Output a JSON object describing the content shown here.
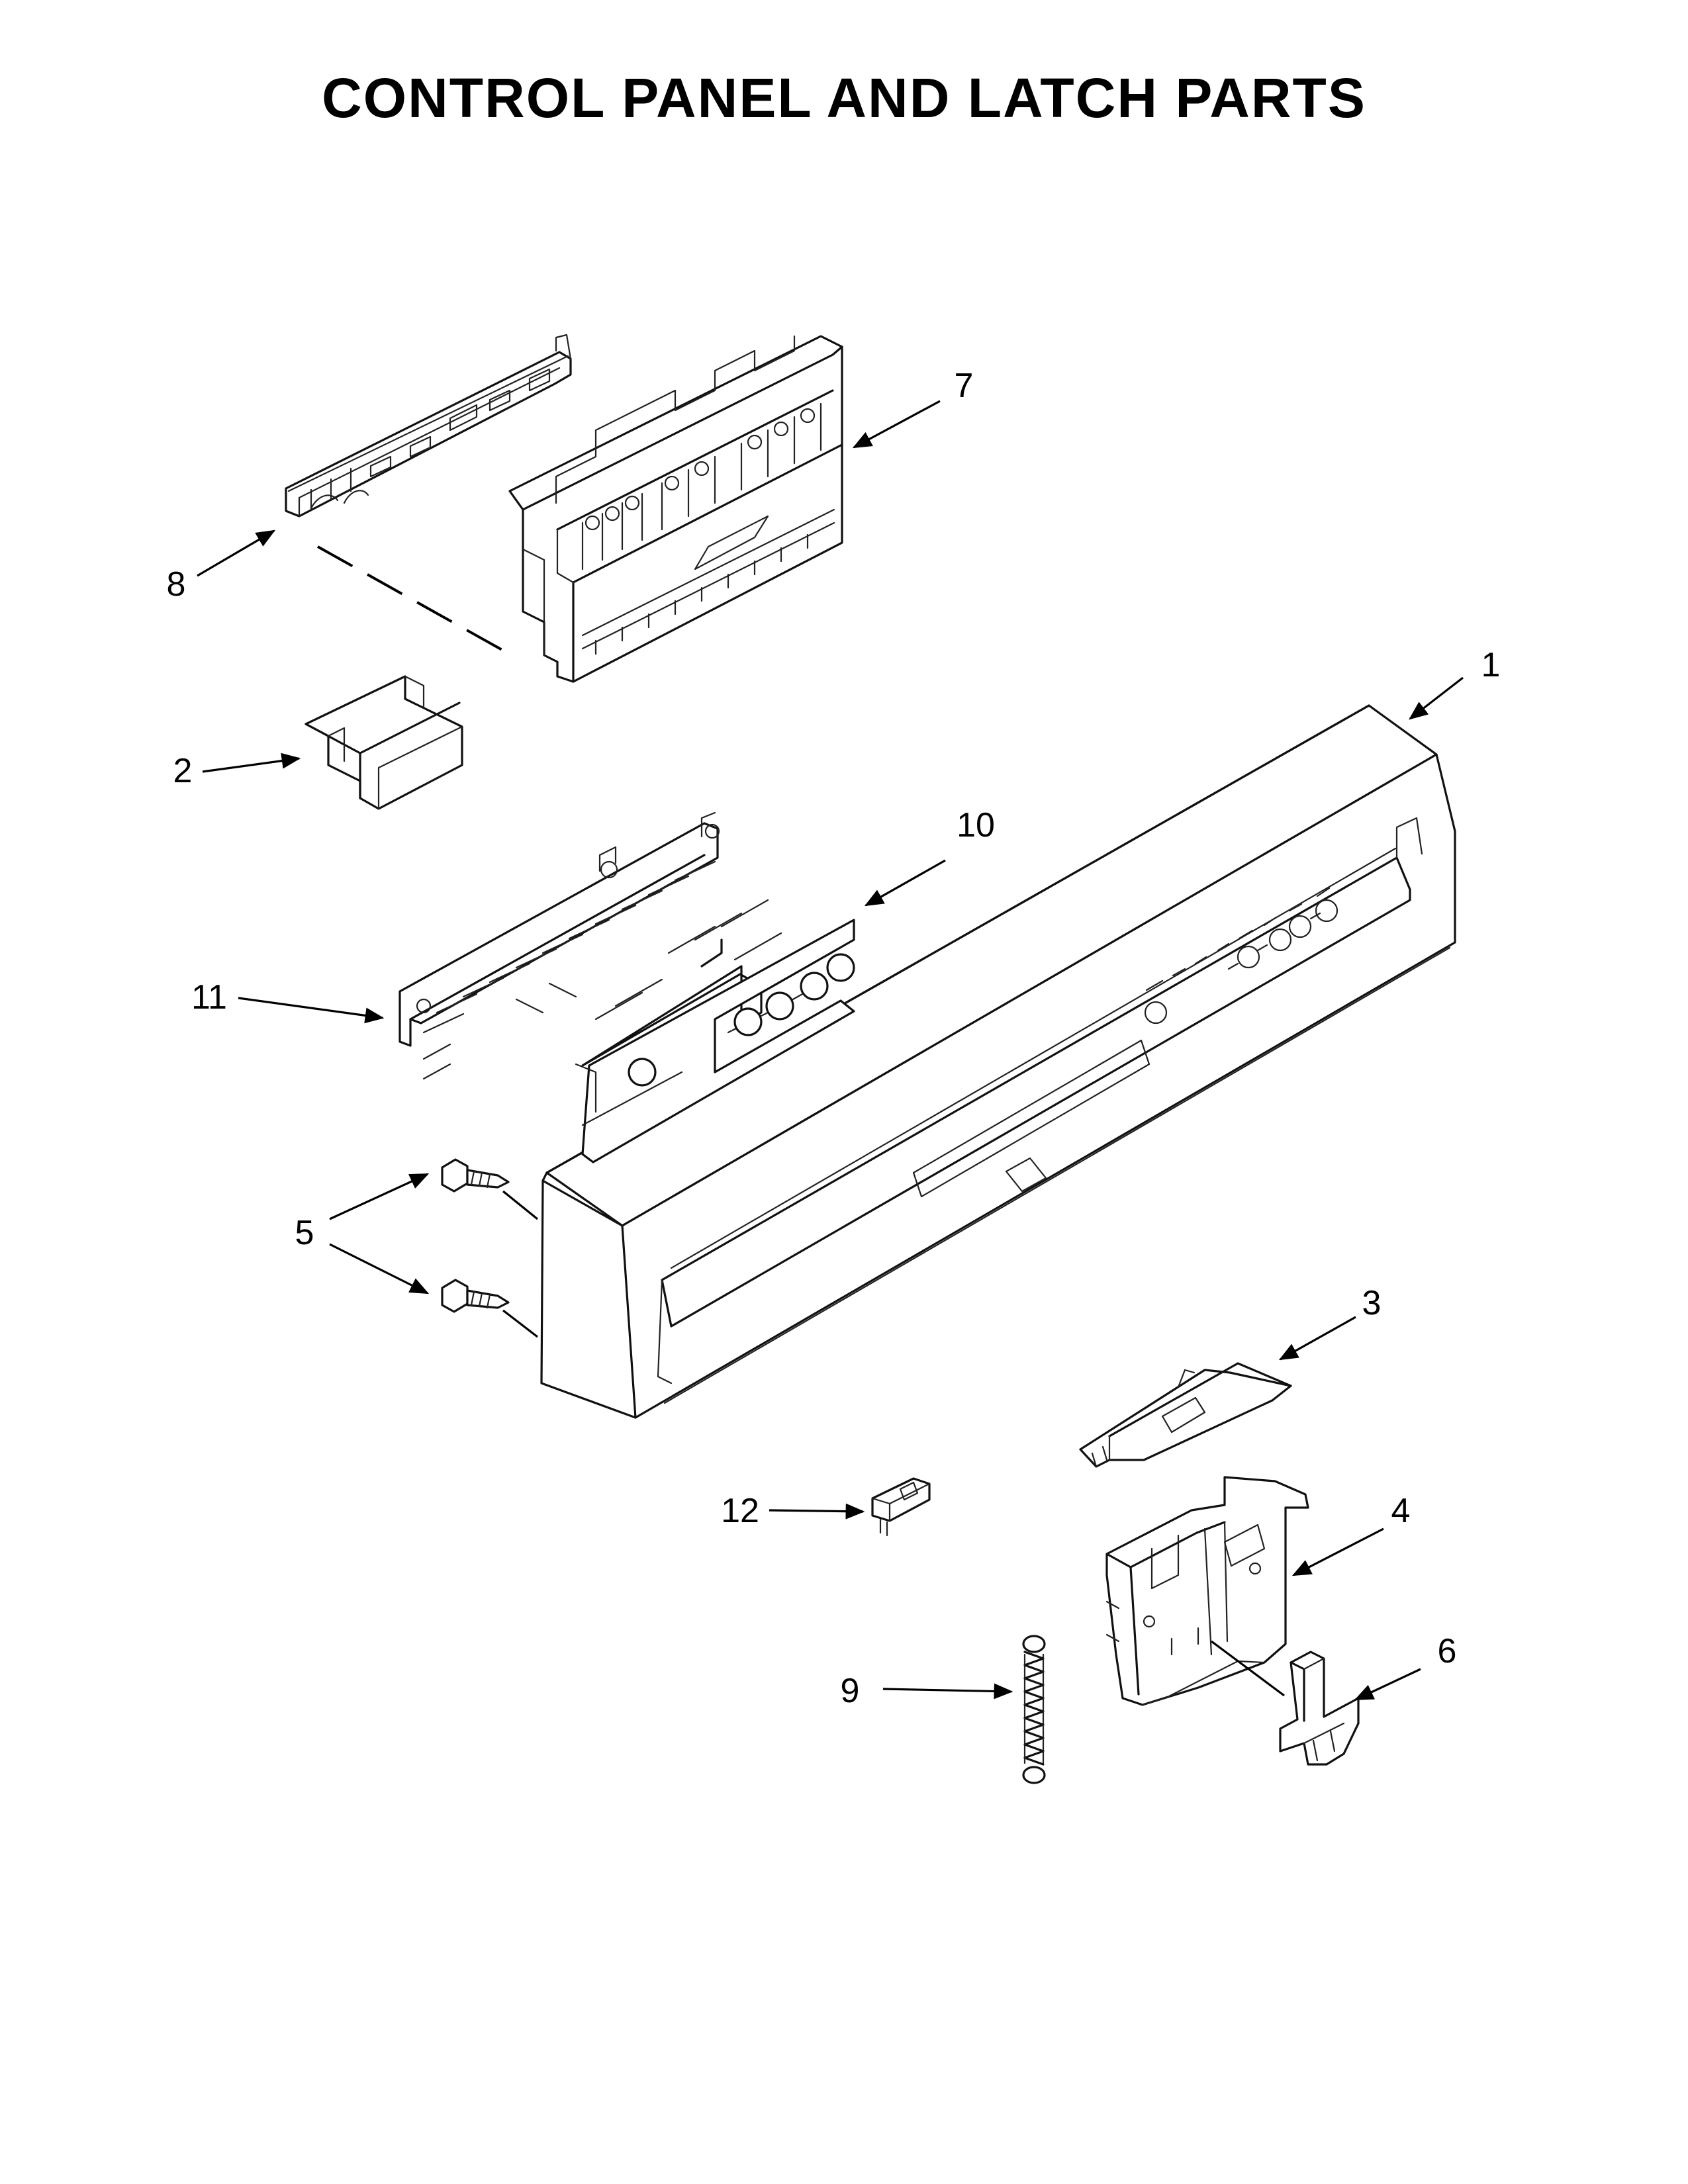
{
  "title": "CONTROL PANEL AND LATCH PARTS",
  "callouts": {
    "c1": "1",
    "c2": "2",
    "c3": "3",
    "c4": "4",
    "c5": "5",
    "c6": "6",
    "c7": "7",
    "c8": "8",
    "c9": "9",
    "c10": "10",
    "c11": "11",
    "c12": "12"
  }
}
